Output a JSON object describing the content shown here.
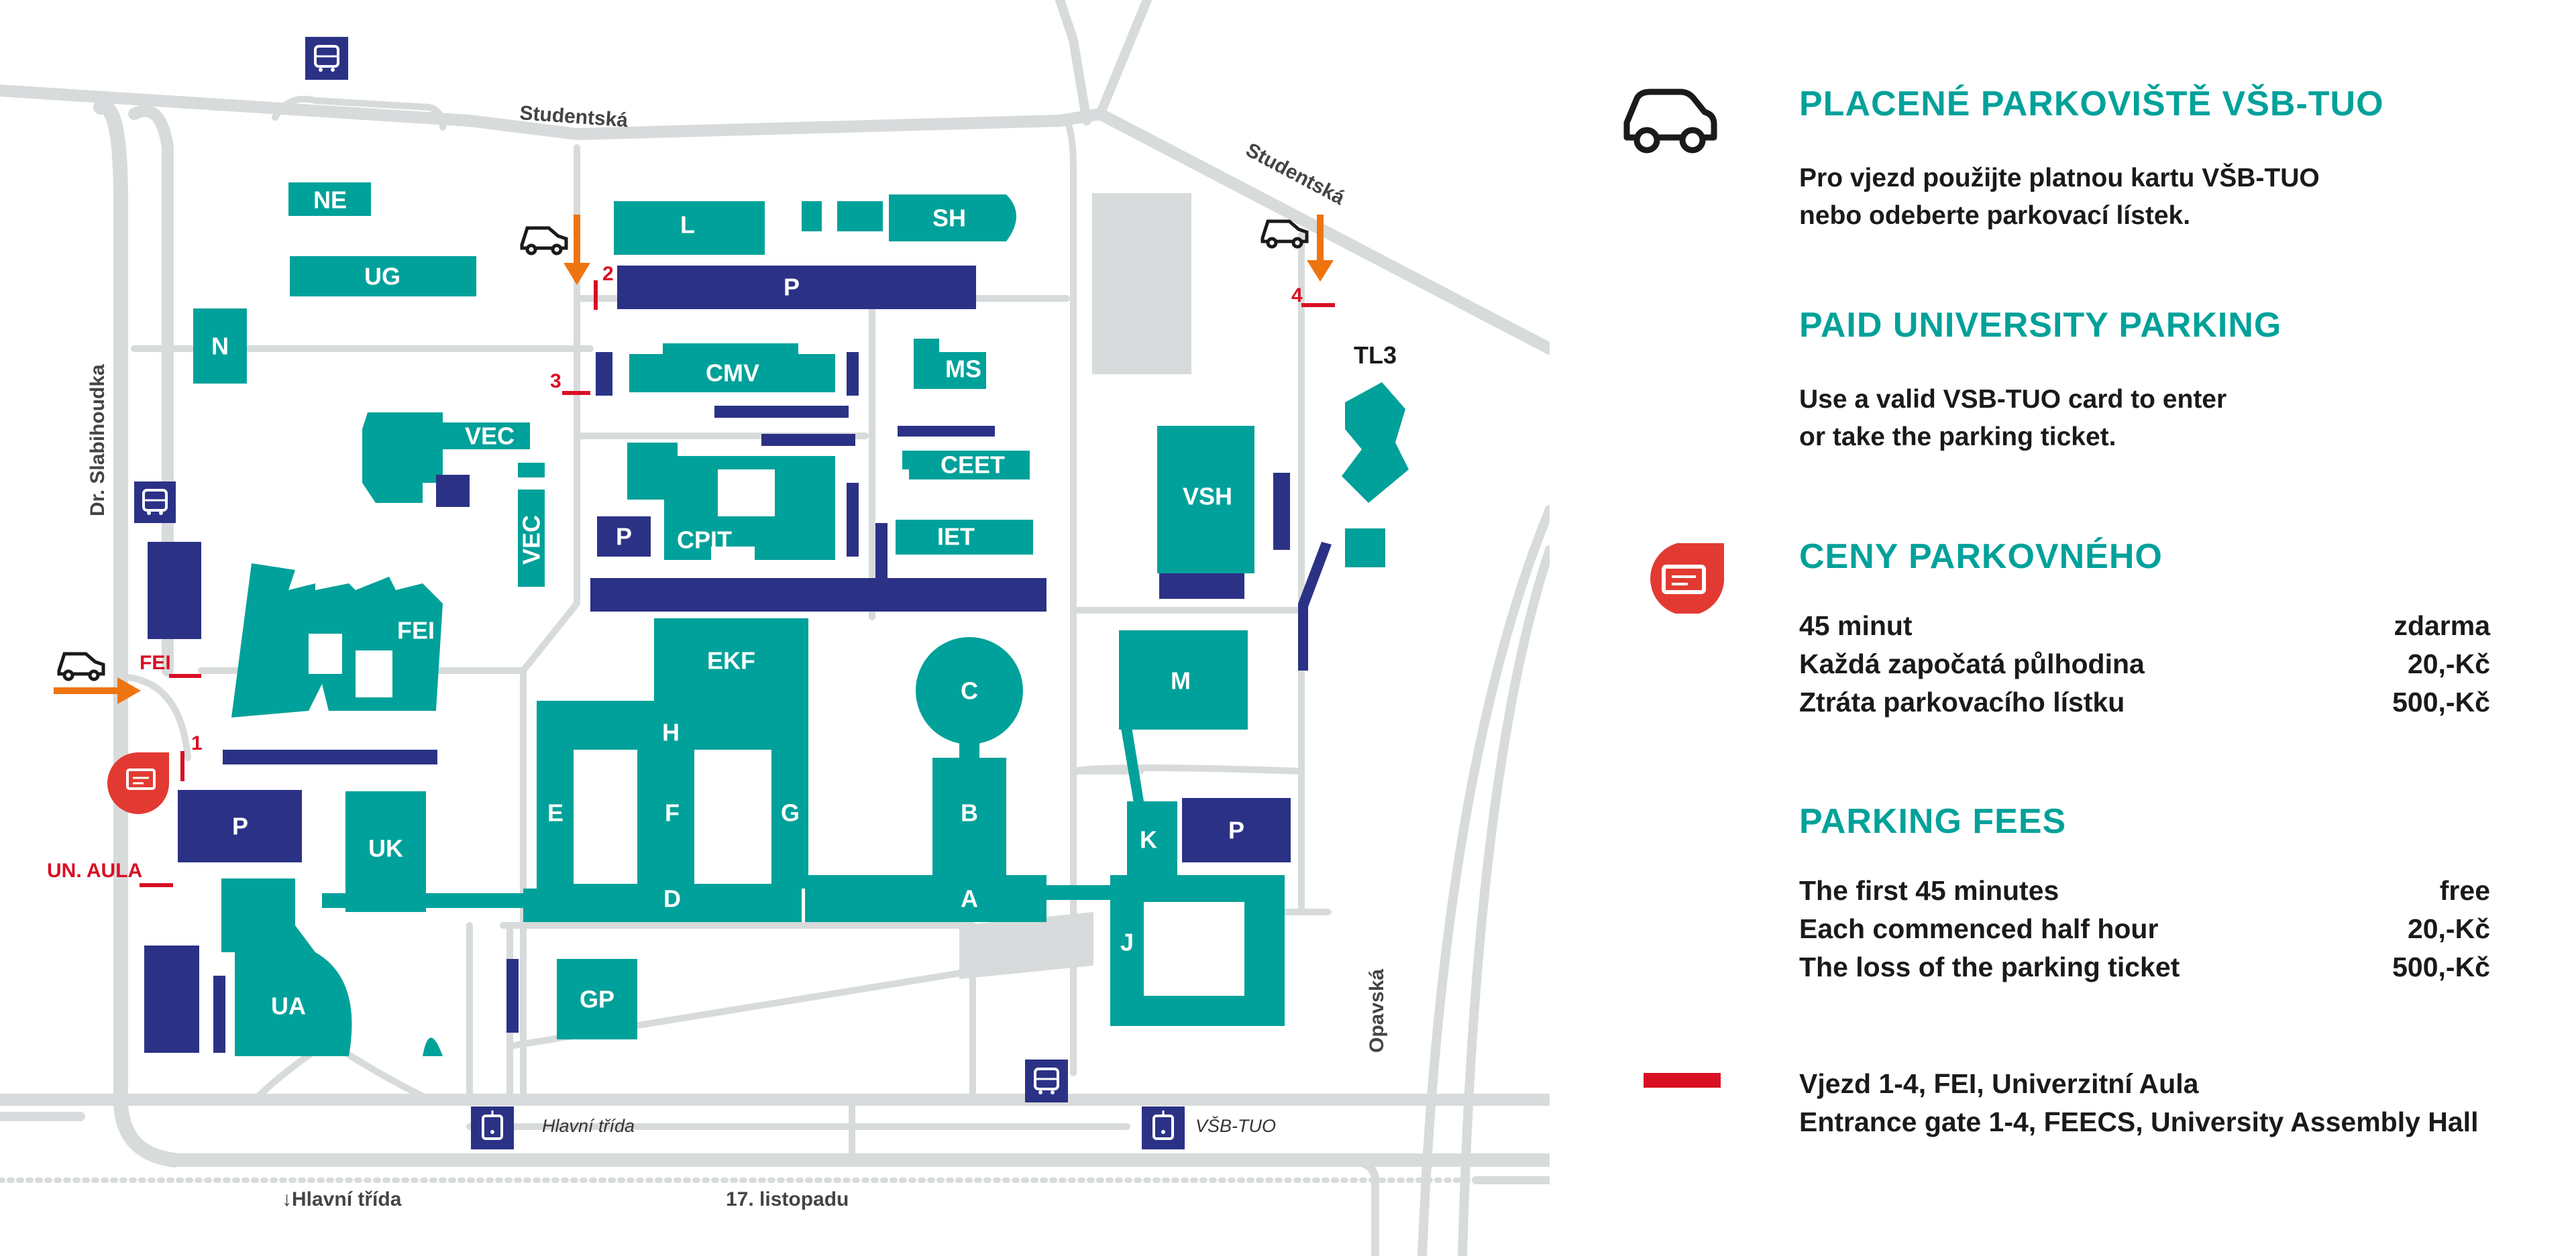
{
  "map": {
    "streets": {
      "studentska_1": "Studentská",
      "studentska_2": "Studentská",
      "slabihoudka": "Dr. Slabihoudka",
      "opavska": "Opavská",
      "hlavni_trida_stop": "Hlavní třída",
      "vsb_tuo_stop": "VŠB-TUO",
      "hlavni_trida_arrow": "↓Hlavní třída",
      "listopadu": "17. listopadu"
    },
    "buildings": {
      "ne": "NE",
      "ug": "UG",
      "n": "N",
      "vec1": "VEC",
      "vec2": "VEC",
      "fei": "FEI",
      "l": "L",
      "sh": "SH",
      "cmv": "CMV",
      "ms": "MS",
      "ceet": "CEET",
      "iet": "IET",
      "cpit": "CPIT",
      "ekf": "EKF",
      "h": "H",
      "e": "E",
      "f": "F",
      "g": "G",
      "d": "D",
      "c": "C",
      "b": "B",
      "a": "A",
      "k": "K",
      "j": "J",
      "m": "M",
      "vsh": "VSH",
      "tl3": "TL3",
      "uk": "UK",
      "ua": "UA",
      "gp": "GP"
    },
    "parking_labels": {
      "p_top": "P",
      "p_small": "P",
      "p_left": "P",
      "p_right": "P"
    },
    "gates": {
      "g1": "1",
      "g2": "2",
      "g3": "3",
      "g4": "4",
      "fei": "FEI",
      "un_aula": "UN. AULA"
    }
  },
  "legend": {
    "paid_parking": {
      "icon": "car-icon",
      "title_cz": "PLACENÉ PARKOVIŠTĚ VŠB-TUO",
      "text_cz_1": "Pro vjezd použijte platnou kartu VŠB-TUO",
      "text_cz_2": "nebo odeberte parkovací lístek.",
      "title_en": "PAID UNIVERSITY PARKING",
      "text_en_1": "Use a valid VSB-TUO card to enter",
      "text_en_2": "or take the parking ticket."
    },
    "prices": {
      "icon": "ticket-icon",
      "title_cz": "CENY PARKOVNÉHO",
      "rows_cz": [
        {
          "label": "45 minut",
          "value": "zdarma"
        },
        {
          "label": "Každá započatá půlhodina",
          "value": "20,-Kč"
        },
        {
          "label": "Ztráta parkovacího lístku",
          "value": "500,-Kč"
        }
      ],
      "title_en": "PARKING FEES",
      "rows_en": [
        {
          "label": "The first 45 minutes",
          "value": "free"
        },
        {
          "label": "Each commenced half hour",
          "value": "20,-Kč"
        },
        {
          "label": "The loss of the parking ticket",
          "value": "500,-Kč"
        }
      ]
    },
    "gates": {
      "icon": "gate-line-icon",
      "text_cz": "Vjezd 1-4, FEI, Univerzitní Aula",
      "text_en": "Entrance gate 1-4, FEECS, University Assembly Hall"
    }
  },
  "colors": {
    "teal": "#00a19a",
    "navy": "#2b3286",
    "road": "#d8dbdb",
    "gate_red": "#d90f24",
    "arrow_orange": "#ee7410"
  }
}
